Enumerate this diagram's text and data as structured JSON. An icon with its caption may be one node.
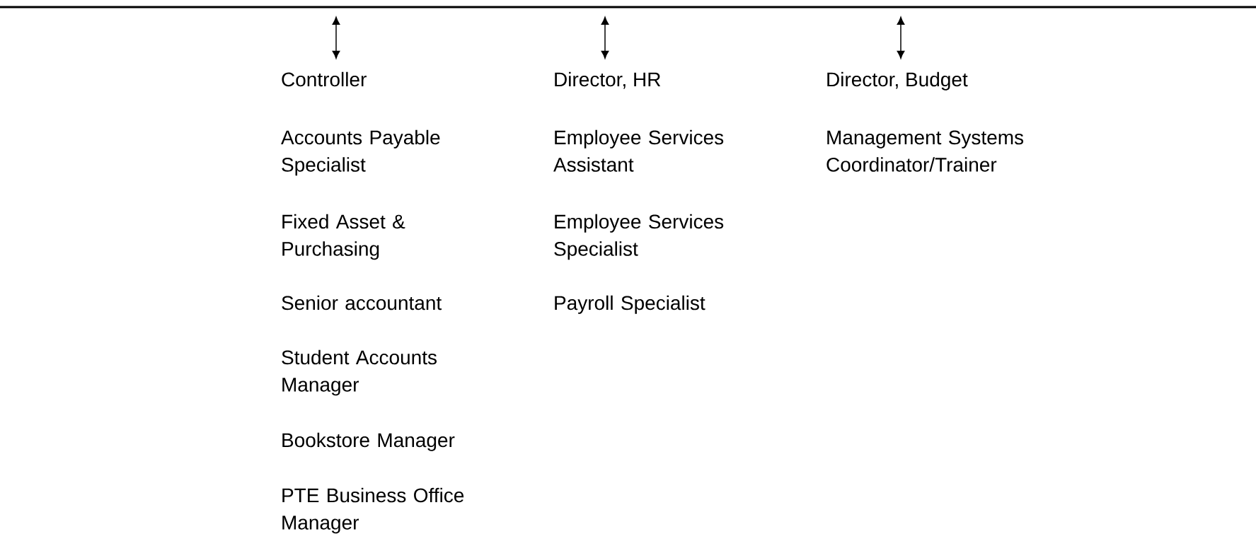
{
  "diagram": {
    "nodes": [
      {
        "text": [
          "Controller"
        ]
      },
      {
        "text": [
          "Director, HR"
        ]
      },
      {
        "text": [
          "Director, Budget"
        ]
      }
    ],
    "edges": [
      {
        "from": null,
        "to": 0,
        "arrow": "both"
      },
      {
        "from": null,
        "to": 1,
        "arrow": "both"
      },
      {
        "from": null,
        "to": 2,
        "arrow": "both"
      }
    ],
    "labels": [
      "Accounts Payable Specialist",
      "Employee Services Assistant",
      "Management Systems Coordinator/Trainer",
      "Fixed Asset & Purchasing",
      "Employee Services Specialist",
      "Senior accountant",
      "Payroll Specialist",
      "Student Accounts Manager",
      "Bookstore Manager",
      "PTE Business Office Manager"
    ]
  }
}
